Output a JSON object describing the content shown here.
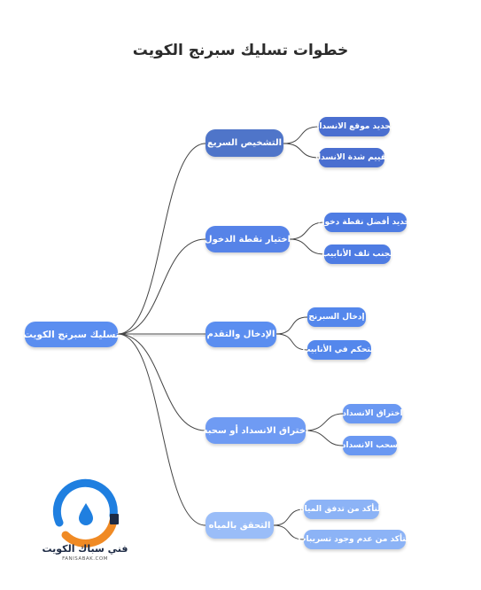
{
  "title": "خطوات تسليك سبرنج الكويت",
  "root": {
    "label": "تسليك سبرنج الكويت"
  },
  "branches": [
    {
      "label": "التشخيص السريع",
      "color": "#4f75c9",
      "children": [
        {
          "label": "تحديد موقع الانسداد",
          "color": "#4a6fd0"
        },
        {
          "label": "تقييم شدة الانسداد",
          "color": "#4a6fd0"
        }
      ]
    },
    {
      "label": "اختيار نقطة الدخول",
      "color": "#5683e8",
      "children": [
        {
          "label": "تحديد أفضل نقطة دخول",
          "color": "#4e7ce3"
        },
        {
          "label": "تجنب تلف الأنابيب",
          "color": "#4e7ce3"
        }
      ]
    },
    {
      "label": "الإدخال والتقدم",
      "color": "#5b8ef0",
      "children": [
        {
          "label": "إدخال السبرنج",
          "color": "#5487ec"
        },
        {
          "label": "التحكم في الأنابيب",
          "color": "#5487ec"
        }
      ]
    },
    {
      "label": "اختراق الانسداد أو سحبه",
      "color": "#6f9bf3",
      "children": [
        {
          "label": "اختراق الانسداد",
          "color": "#6a98f2"
        },
        {
          "label": "سحب الانسداد",
          "color": "#6a98f2"
        }
      ]
    },
    {
      "label": "التحقق بالمياه",
      "color": "#9abdf8",
      "children": [
        {
          "label": "التأكد من تدفق المياه",
          "color": "#8cb3f6"
        },
        {
          "label": "التأكد من عدم وجود تسريبات",
          "color": "#8cb3f6"
        }
      ]
    }
  ],
  "logo": {
    "name": "فني سباك الكويت",
    "website": "FANISABAK.COM"
  },
  "colors": {
    "link": "#444444",
    "logo_blue": "#1f7fe0",
    "logo_orange": "#f08a24",
    "logo_navy": "#1d2a44"
  }
}
